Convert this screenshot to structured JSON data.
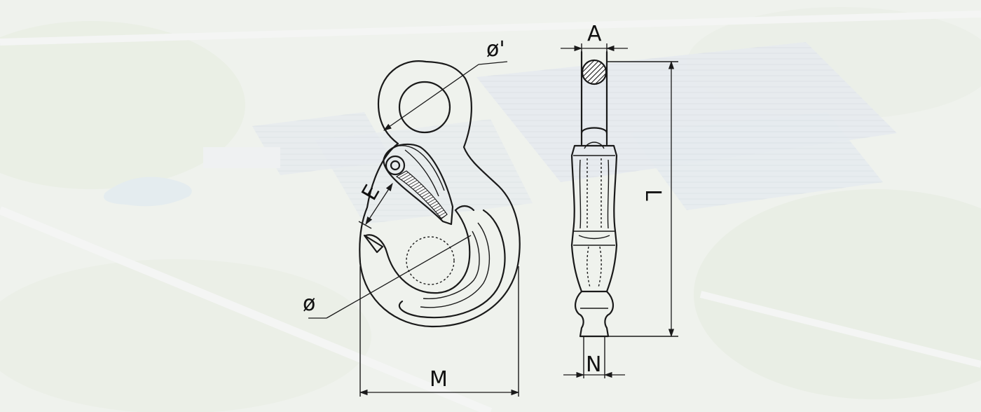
{
  "diagram": {
    "labels": {
      "phi_prime": "ø'",
      "phi": "ø",
      "E": "E",
      "M": "M",
      "A": "A",
      "L": "L",
      "N": "N"
    }
  },
  "colors": {
    "line": "#1a1a1a",
    "background_tint": "#e9ede6"
  }
}
